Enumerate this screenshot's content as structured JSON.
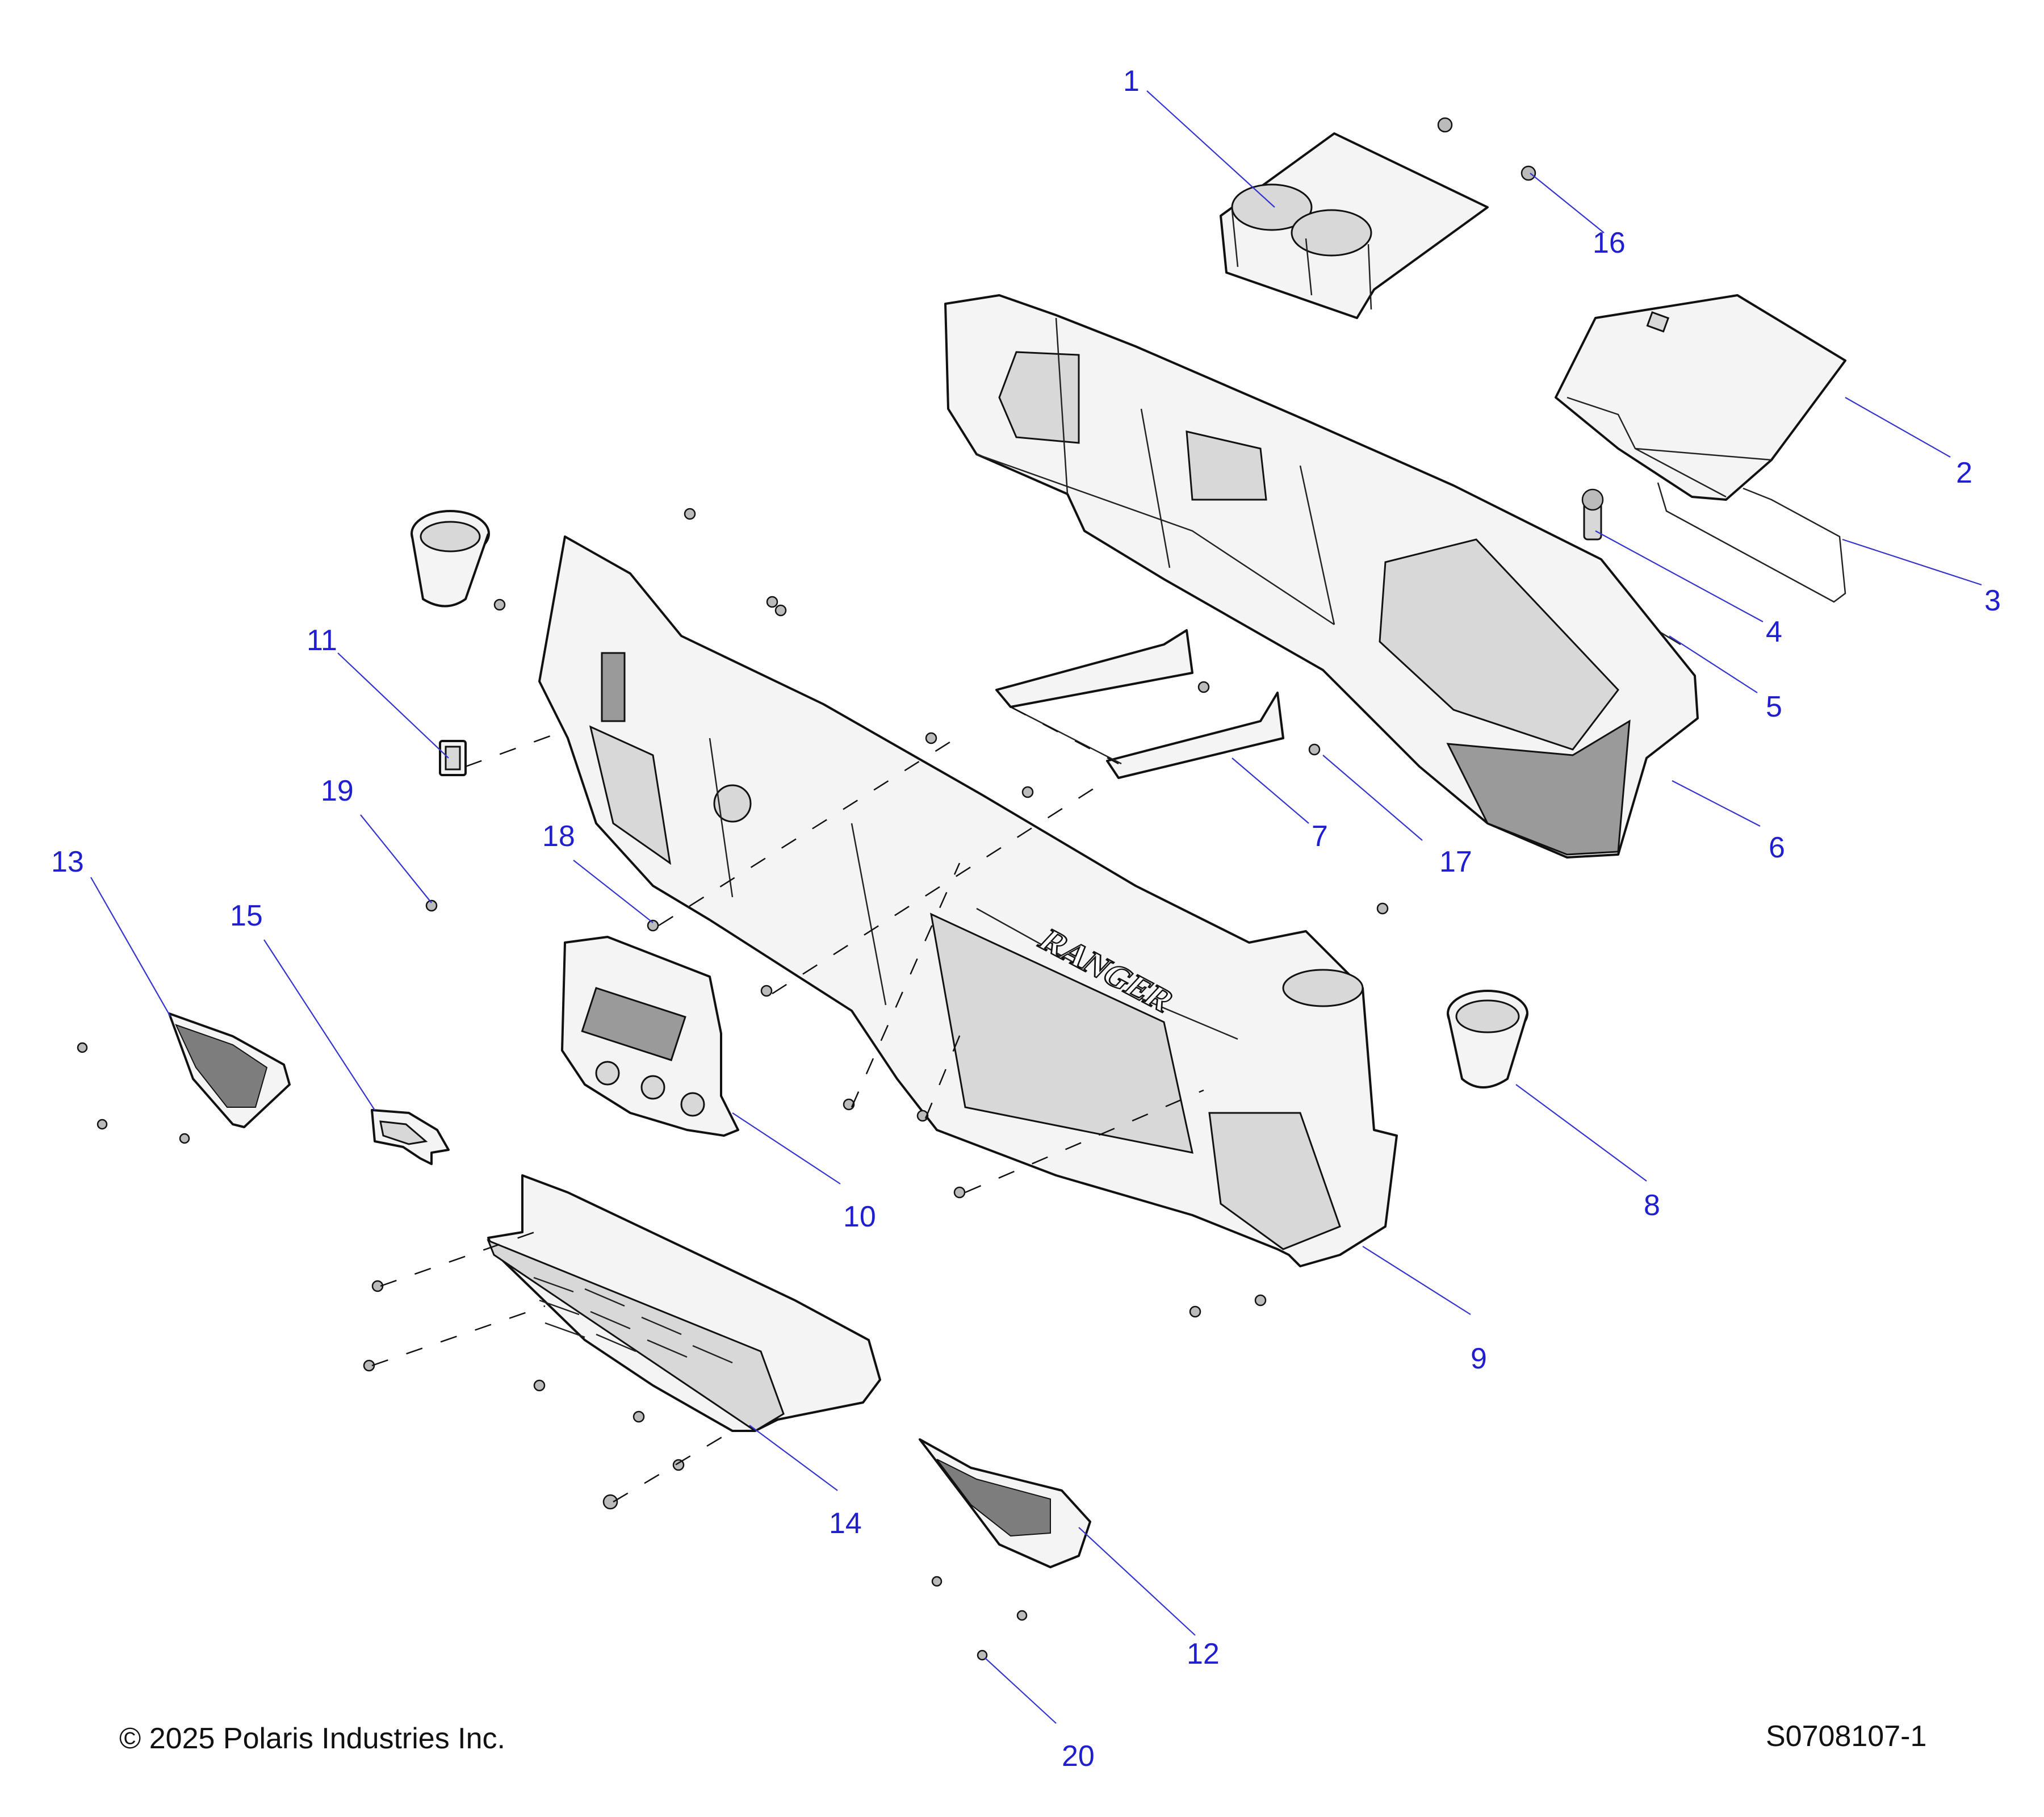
{
  "diagram": {
    "callouts": [
      "1",
      "2",
      "3",
      "4",
      "5",
      "6",
      "7",
      "8",
      "9",
      "10",
      "11",
      "12",
      "13",
      "14",
      "15",
      "16",
      "17",
      "18",
      "19",
      "20"
    ],
    "brand_text": "RANGER"
  },
  "footer": {
    "copyright": "© 2025 Polaris Industries Inc.",
    "figure_id": "S0708107-1"
  },
  "colors": {
    "callout": "#1f1fd0",
    "leader": "#3333cc",
    "linework": "#111111"
  }
}
